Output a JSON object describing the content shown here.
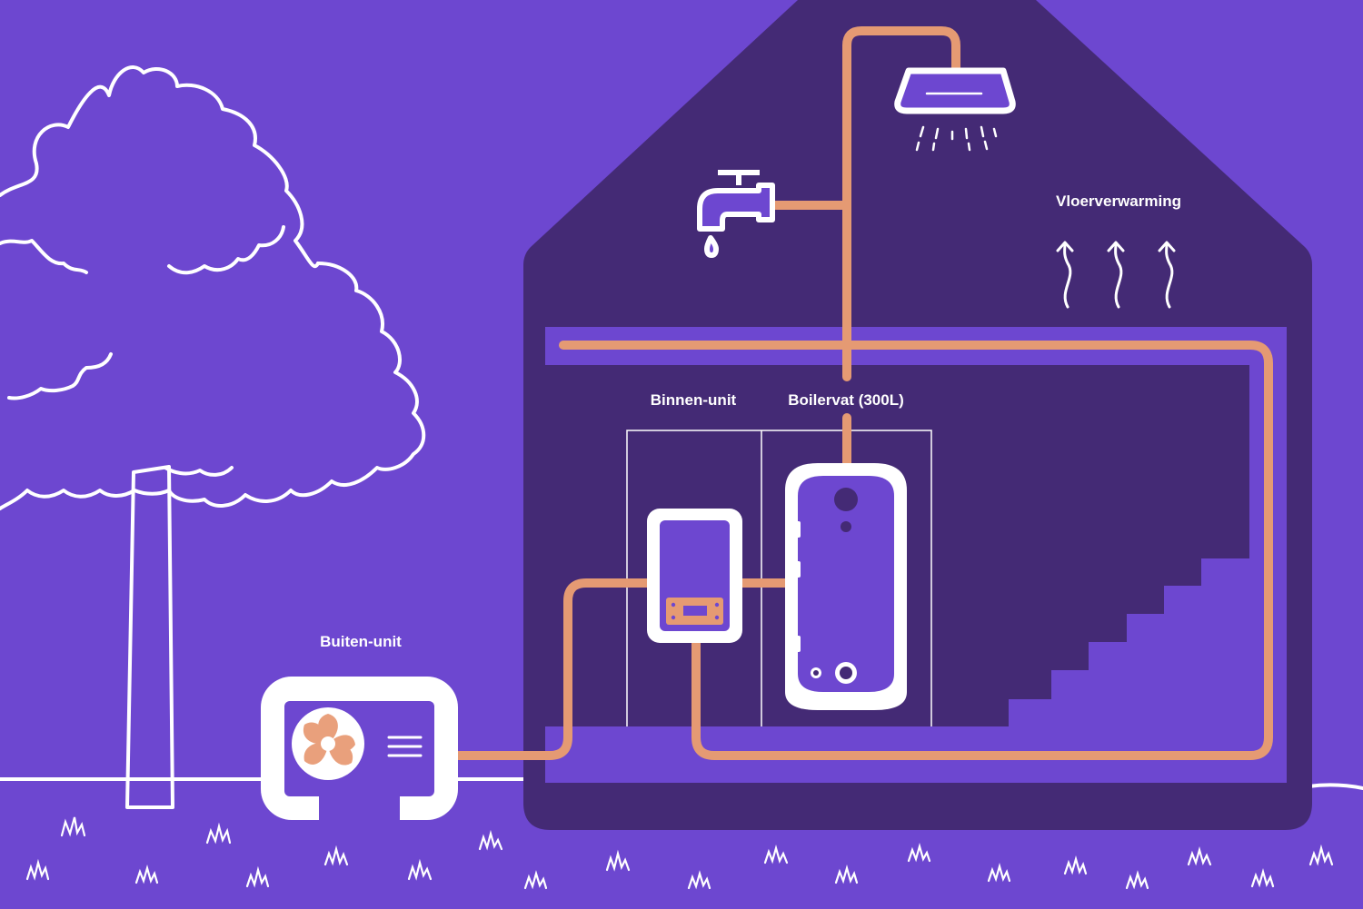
{
  "labels": {
    "outdoor_unit": "Buiten-unit",
    "indoor_unit": "Binnen-unit",
    "boiler_tank": "Boilervat (300L)",
    "floor_heating": "Vloerverwarming"
  },
  "colors": {
    "background": "#6d47d0",
    "house": "#442a75",
    "pipe": "#e59a73",
    "line": "#ffffff",
    "fan_blade": "#e9a07c"
  },
  "icons": [
    "tree-icon",
    "fan-icon",
    "tap-icon",
    "shower-icon",
    "heat-arrow-icon",
    "grass-icon",
    "stairs-icon"
  ]
}
